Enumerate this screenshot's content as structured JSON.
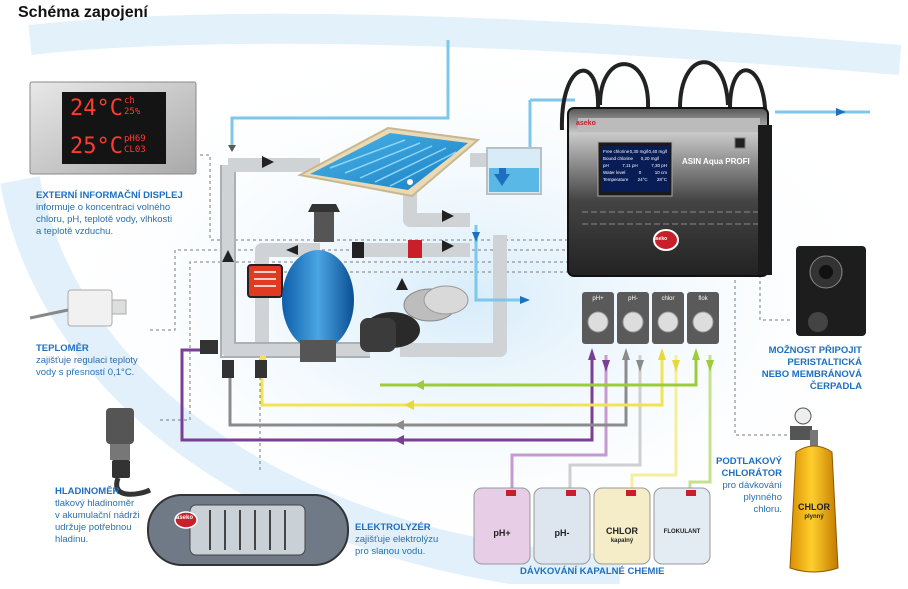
{
  "title": "Schéma zapojení",
  "display_panel": {
    "row1_temp": "24°C",
    "row1_small_a": "ch",
    "row1_small_b": "25%",
    "row2_temp": "25°C",
    "row2_small_a": "pH69",
    "row2_small_b": "CL03"
  },
  "captions": {
    "display_title": "EXTERNÍ INFORMAČNÍ DISPLEJ",
    "display_desc": [
      "informuje o koncentraci volného",
      "chloru, pH, teplotě vody, vlhkosti",
      "a teplotě vzduchu."
    ],
    "thermo_title": "TEPLOMĚR",
    "thermo_desc": [
      "zajišťuje regulaci teploty",
      "vody s přesností 0,1°C."
    ],
    "level_title": "HLADINOMĚR",
    "level_desc": [
      "tlakový hladinoměr",
      "v akumulační nádrži",
      "udržuje potřebnou",
      "hladinu."
    ],
    "electro_title": "ELEKTROLYZÉR",
    "electro_desc": [
      "zajišťuje elektrolýzu",
      "pro slanou vodu."
    ],
    "chem_title": "DÁVKOVÁNÍ KAPALNÉ CHEMIE",
    "pump_title": [
      "MOŽNOST PŘIPOJIT",
      "PERISTALTICKÁ",
      "NEBO MEMBRÁNOVÁ",
      "ČERPADLA"
    ],
    "chlorator_title": [
      "PODTLAKOVÝ",
      "CHLORÁTOR"
    ],
    "chlorator_desc": [
      "pro dávkování",
      "plynného",
      "chloru."
    ]
  },
  "controller": {
    "brand": "aseko",
    "model": "ASIN Aqua PROFI",
    "screen_rows": [
      [
        "Free chlorine",
        "0,30 mg/l",
        "0,40 mg/l"
      ],
      [
        "Bound chlorine",
        "0,20 mg/l",
        ""
      ],
      [
        "pH",
        "7,11 pH",
        "7,30 pH"
      ],
      [
        "Water level",
        "0",
        "10 cm"
      ],
      [
        "Temperature",
        "24°C",
        "28°C"
      ]
    ]
  },
  "pumps": [
    "pH+",
    "pH-",
    "chlor",
    "flok"
  ],
  "bottles": [
    {
      "label": "pH+",
      "color": "#e8cde6"
    },
    {
      "label": "pH-",
      "color": "#dde6ee"
    },
    {
      "label": "CHLOR",
      "sub": "kapalný",
      "color": "#f5ecc8"
    },
    {
      "label": "FLOKULANT",
      "color": "#e3ecf3"
    }
  ],
  "gas_bottle": {
    "label": "CHLOR",
    "sub": "plynný"
  },
  "electrolyzer_brand": "aseko",
  "colors": {
    "accent_blue": "#1e6fc0",
    "pipe_gray": "#cfd3d6",
    "water_blue": "#7cc7ea",
    "line_purple": "#7a3e95",
    "line_green": "#9ccc3b",
    "line_yellow": "#f0e456",
    "line_gray": "#8b8b8b"
  }
}
